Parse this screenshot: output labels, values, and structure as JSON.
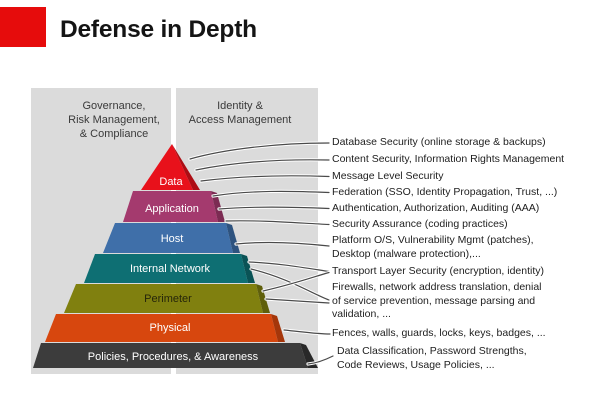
{
  "slide": {
    "title": "Defense in Depth"
  },
  "colors": {
    "accent": "#E60C0C",
    "panel_bg": "#DBDBDB",
    "title": "#141414",
    "connector": "#4A4A4A"
  },
  "panels": {
    "grc": {
      "lines": [
        "Governance,",
        "Risk Management,",
        "& Compliance"
      ]
    },
    "iam": {
      "lines": [
        "Identity &",
        "Access Management"
      ]
    }
  },
  "pyramid": {
    "layers": [
      {
        "label": "Data",
        "color": "#E8111B",
        "edge_color": "#AD0D14",
        "text_color": "#FFFFFF"
      },
      {
        "label": "Application",
        "color": "#A43A6E",
        "edge_color": "#7C2B53",
        "text_color": "#FFFFFF"
      },
      {
        "label": "Host",
        "color": "#3F6FA9",
        "edge_color": "#2E537F",
        "text_color": "#FFFFFF"
      },
      {
        "label": "Internal Network",
        "color": "#0E6F73",
        "edge_color": "#0A5356",
        "text_color": "#FFFFFF"
      },
      {
        "label": "Perimeter",
        "color": "#80800F",
        "edge_color": "#5F5F0B",
        "text_color": "#26260A"
      },
      {
        "label": "Physical",
        "color": "#D7470E",
        "edge_color": "#A5360A",
        "text_color": "#FFFFFF"
      },
      {
        "label": "Policies, Procedures, & Awareness",
        "color": "#3C3C3C",
        "edge_color": "#292929",
        "text_color": "#FFFFFF"
      }
    ]
  },
  "callouts": [
    {
      "lines": [
        "Database Security (online storage & backups)"
      ]
    },
    {
      "lines": [
        "Content Security, Information Rights Management"
      ]
    },
    {
      "lines": [
        "Message Level Security"
      ]
    },
    {
      "lines": [
        "Federation (SSO, Identity Propagation, Trust, ...)"
      ]
    },
    {
      "lines": [
        "Authentication, Authorization, Auditing (AAA)"
      ]
    },
    {
      "lines": [
        "Security Assurance (coding practices)"
      ]
    },
    {
      "lines": [
        "Platform O/S, Vulnerability Mgmt (patches),",
        "Desktop (malware protection),..."
      ]
    },
    {
      "lines": [
        "Transport Layer Security (encryption, identity)"
      ]
    },
    {
      "lines": [
        "Firewalls, network address translation, denial",
        "of service prevention, message parsing and",
        "validation, ..."
      ]
    },
    {
      "lines": [
        "Fences, walls, guards, locks, keys, badges, ..."
      ]
    },
    {
      "lines": [
        "Data Classification, Password Strengths,",
        "Code Reviews, Usage Policies, ..."
      ]
    }
  ]
}
